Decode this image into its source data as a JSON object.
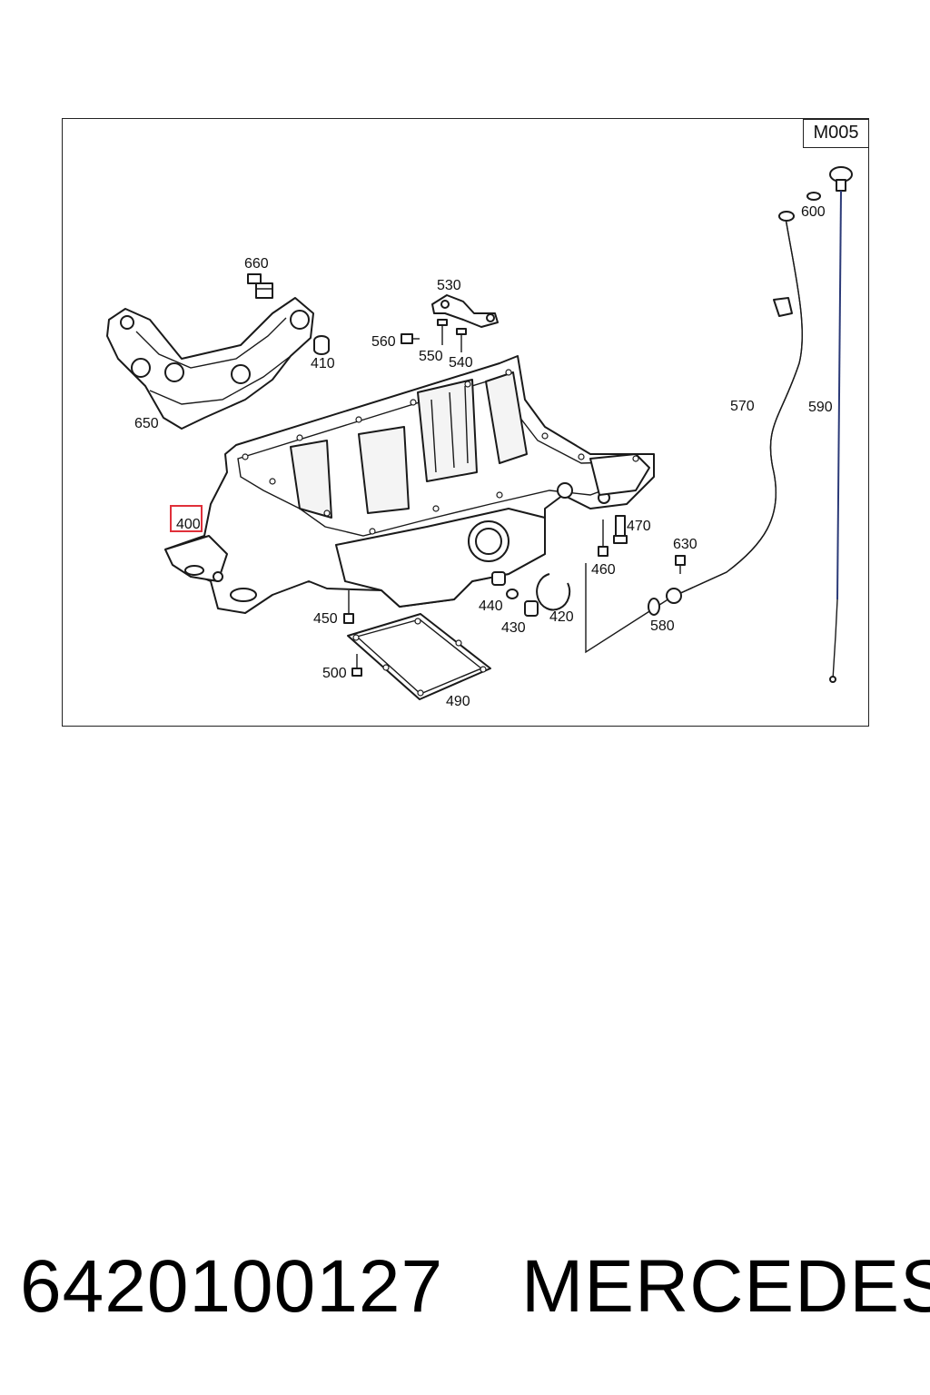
{
  "diagram": {
    "code": "M005",
    "highlight_color": "#e0303a",
    "highlighted_callout": "400",
    "callouts": {
      "c400": "400",
      "c410": "410",
      "c420": "420",
      "c430": "430",
      "c440": "440",
      "c450": "450",
      "c460": "460",
      "c470": "470",
      "c490": "490",
      "c500": "500",
      "c530": "530",
      "c540": "540",
      "c550": "550",
      "c560": "560",
      "c570": "570",
      "c580": "580",
      "c590": "590",
      "c600": "600",
      "c630": "630",
      "c650": "650",
      "c660": "660"
    }
  },
  "footer": {
    "part_number": "6420100127",
    "brand": "MERCEDES"
  }
}
